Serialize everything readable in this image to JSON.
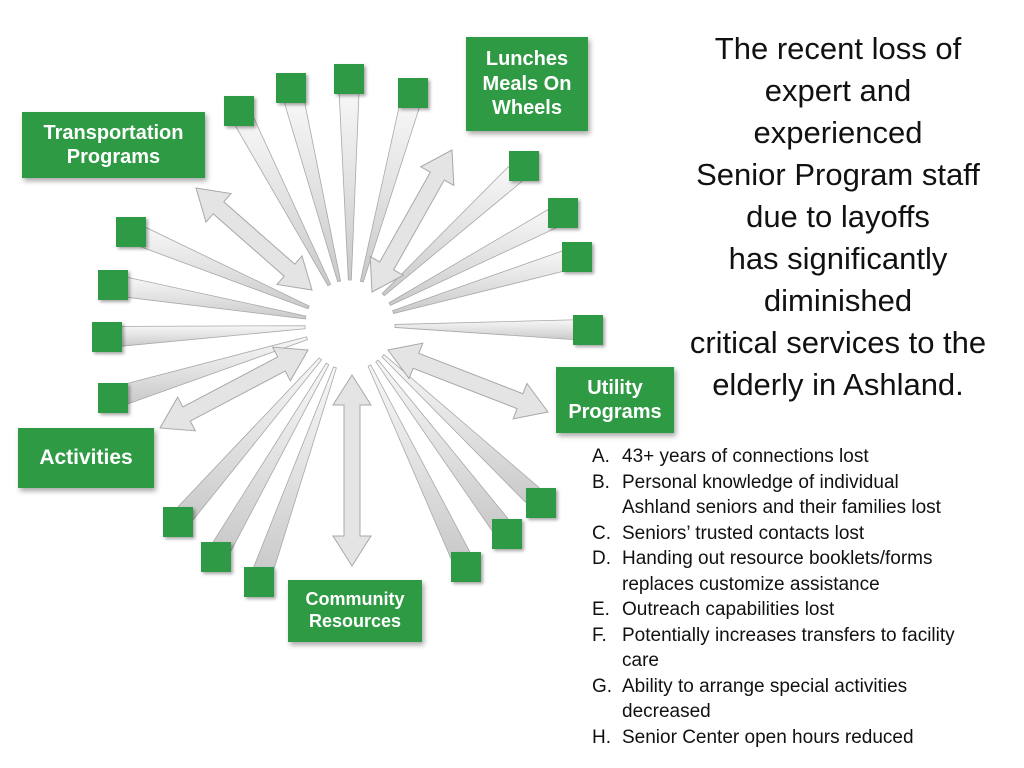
{
  "diagram": {
    "labels": {
      "lunches": "Lunches\nMeals On\nWheels",
      "transportation": "Transportation\nPrograms",
      "utility": "Utility\nPrograms",
      "activities": "Activities",
      "community": "Community\nResources"
    },
    "colors": {
      "box": "#2f9a44",
      "box_text": "#ffffff",
      "arrow": "#e4e4e4",
      "arrow_edge": "#a8a8a8"
    }
  },
  "headline": {
    "lines": [
      "The recent loss of",
      "expert and",
      "experienced",
      "Senior Program staff",
      "due to layoffs",
      "has significantly",
      "diminished",
      "critical services to the",
      "elderly in Ashland."
    ]
  },
  "points": [
    {
      "letter": "A.",
      "text": "43+ years of connections lost"
    },
    {
      "letter": "B.",
      "text": "Personal knowledge of individual\n  Ashland seniors and their families lost"
    },
    {
      "letter": "C.",
      "text": "Seniors’ trusted contacts lost"
    },
    {
      "letter": "D.",
      "text": "Handing out resource booklets/forms\n  replaces customize assistance"
    },
    {
      "letter": "E.",
      "text": "Outreach capabilities lost"
    },
    {
      "letter": "F.",
      "text": "Potentially increases transfers to facility\ncare"
    },
    {
      "letter": "G.",
      "text": "Ability to arrange special activities\ndecreased"
    },
    {
      "letter": "H.",
      "text": "Senior Center open hours reduced"
    }
  ]
}
